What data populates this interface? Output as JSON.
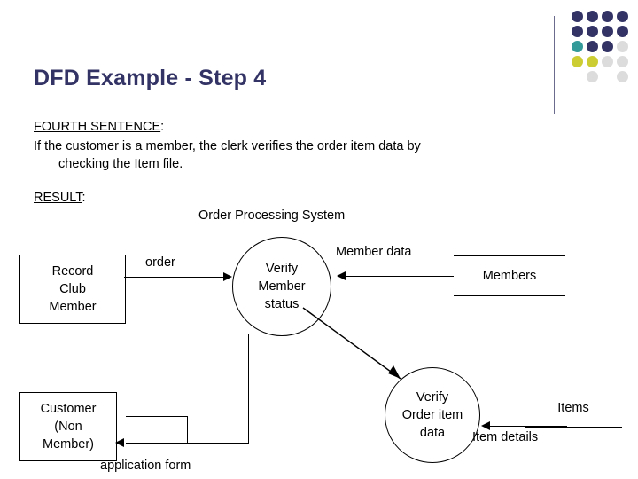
{
  "slide": {
    "title": "DFD Example - Step 4",
    "sentence_heading": "FOURTH SENTENCE",
    "sentence_colon": ":",
    "sentence_line1": "If the customer is a member, the clerk verifies the order item data by",
    "sentence_line2": "checking the Item file.",
    "result_heading": "RESULT",
    "result_colon": ":",
    "system_label": "Order Processing System"
  },
  "decor": {
    "dot_colors": {
      "dark_purple": "#333366",
      "teal": "#339999",
      "yellow": "#cccc33",
      "light_gray": "#dcdcdc",
      "rule": "#6b6b8d"
    },
    "dots": [
      {
        "row": 0,
        "col": 0,
        "color": "#333366"
      },
      {
        "row": 0,
        "col": 1,
        "color": "#333366"
      },
      {
        "row": 0,
        "col": 2,
        "color": "#333366"
      },
      {
        "row": 0,
        "col": 3,
        "color": "#333366"
      },
      {
        "row": 1,
        "col": 0,
        "color": "#333366"
      },
      {
        "row": 1,
        "col": 1,
        "color": "#333366"
      },
      {
        "row": 1,
        "col": 2,
        "color": "#333366"
      },
      {
        "row": 1,
        "col": 3,
        "color": "#333366"
      },
      {
        "row": 2,
        "col": 0,
        "color": "#339999"
      },
      {
        "row": 2,
        "col": 1,
        "color": "#333366"
      },
      {
        "row": 2,
        "col": 2,
        "color": "#333366"
      },
      {
        "row": 2,
        "col": 3,
        "color": "#dcdcdc"
      },
      {
        "row": 3,
        "col": 0,
        "color": "#cccc33"
      },
      {
        "row": 3,
        "col": 1,
        "color": "#cccc33"
      },
      {
        "row": 3,
        "col": 2,
        "color": "#dcdcdc"
      },
      {
        "row": 3,
        "col": 3,
        "color": "#dcdcdc"
      },
      {
        "row": 4,
        "col": 1,
        "color": "#dcdcdc"
      },
      {
        "row": 4,
        "col": 3,
        "color": "#dcdcdc"
      }
    ]
  },
  "diagram": {
    "type": "data-flow-diagram",
    "entities": [
      {
        "id": "record-club-member",
        "lines": [
          "Record",
          "Club",
          "Member"
        ]
      },
      {
        "id": "customer-non-member",
        "lines": [
          "Customer",
          "(Non",
          "Member)"
        ]
      }
    ],
    "processes": [
      {
        "id": "verify-member-status",
        "lines": [
          "Verify",
          "Member",
          "status"
        ]
      },
      {
        "id": "verify-order-item-data",
        "lines": [
          "Verify",
          "Order item",
          "data"
        ]
      }
    ],
    "stores": [
      {
        "id": "members",
        "label": "Members"
      },
      {
        "id": "items",
        "label": "Items"
      }
    ],
    "flows": [
      {
        "id": "order",
        "label": "order",
        "from": "record-club-member",
        "to": "verify-member-status"
      },
      {
        "id": "member-data",
        "label": "Member data",
        "from": "members",
        "to": "verify-member-status"
      },
      {
        "id": "item-details",
        "label": "Item details",
        "from": "items",
        "to": "verify-order-item-data"
      },
      {
        "id": "application-form",
        "label": "application form",
        "from": "verify-member-status",
        "to": "customer-non-member"
      },
      {
        "id": "to-verify-order-item",
        "label": "",
        "from": "verify-member-status",
        "to": "verify-order-item-data"
      }
    ]
  }
}
